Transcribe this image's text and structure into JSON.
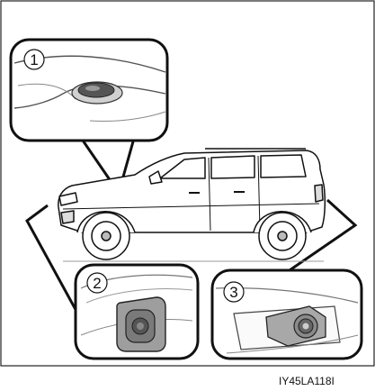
{
  "callouts": [
    {
      "number": "1",
      "subject": "front-camera"
    },
    {
      "number": "2",
      "subject": "side-camera"
    },
    {
      "number": "3",
      "subject": "rear-camera"
    }
  ],
  "figure_code": "IY45LA118I",
  "colors": {
    "line": "#111111",
    "surface": "#ffffff",
    "shade": "#bdbdbd",
    "dark": "#555555"
  }
}
